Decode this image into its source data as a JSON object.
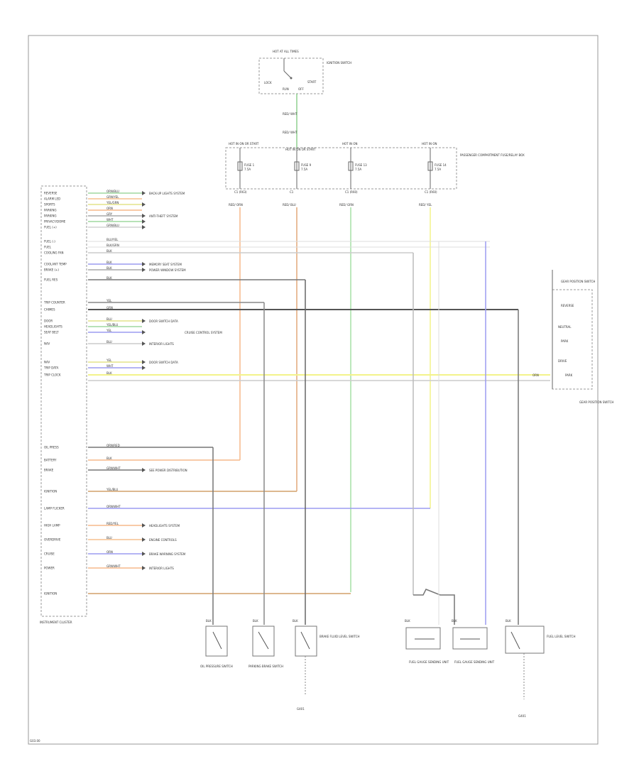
{
  "diagram": {
    "caption_code": "G03.00",
    "hot_at": "HOT AT ALL TIMES",
    "ignition_switch_label": "IGNITION SWITCH",
    "ignition_positions": [
      "LOCK",
      "RUN",
      "START",
      "OFF"
    ],
    "feed_wire": "RED/ WHT",
    "feed_wire2": "RED/ WHT",
    "fuse_box_label": "PASSENGER COMPARTMENT FUSE/RELAY BOX",
    "fuses": [
      {
        "hot": "HOT IN ON OR START",
        "fuse": "FUSE 1",
        "amp": "7.5A",
        "term": "C1 (R63)",
        "wire": "RED/ ORN"
      },
      {
        "hot": "HOT IN ON OR START",
        "fuse": "FUSE 9",
        "amp": "7.5A",
        "term": "C1",
        "wire": "RED/ BLU"
      },
      {
        "hot": "HOT IN ON",
        "fuse": "FUSE 13",
        "amp": "7.5A",
        "term": "C1 (R60)",
        "wire": "RED/ GRN"
      },
      {
        "hot": "HOT IN ON",
        "fuse": "FUSE 14",
        "amp": "7.5A",
        "term": "C1 (R60)",
        "wire": "RED/ YEL"
      }
    ],
    "cluster_label": "INSTRUMENT CLUSTER",
    "cluster_pins": [
      "REVERSE",
      "ALARM LED",
      "SPORTS",
      "PARKING",
      "PARKING",
      "PRIVACY/DOME",
      "FUEL (+)",
      "FUEL (-)",
      "FUEL",
      "COOLING FAN",
      "COOLANT TEMP",
      "BRAKE (+)",
      "FUEL RES",
      "TRIP COUNTER",
      "CHIMES",
      "DOOR",
      "HEADLIGHTS",
      "SEAT BELT",
      "NAV",
      "NAV",
      "TRIP DATA",
      "TRIP CLOCK",
      "OIL PRESS",
      "BATTERY",
      "BRAKE",
      "IGNITION",
      "LAMP FLICKER",
      "HIGH LAMP",
      "OVERDRIVE",
      "CRUISE",
      "POWER",
      "IGNITION"
    ],
    "wire_labels": [
      "ORN/BLU",
      "GRN/YEL",
      "YEL/GRN",
      "ORN",
      "GRY",
      "WHT",
      "GRN/BLU",
      "BLU/YEL",
      "BLK/GRN",
      "BLK",
      "BLK",
      "BLK",
      "BLK",
      "YEL",
      "GRN",
      "BLU",
      "YEL/BLU",
      "YEL",
      "BLU",
      "YEL",
      "WHT",
      "BLK",
      "ORN/RED",
      "BLK",
      "GRN/WHT",
      "YEL/BLU",
      "ORN/WHT",
      "RED/YEL",
      "BLU",
      "ORN",
      "GRN/WHT"
    ],
    "right_notes": [
      "BACK-UP LIGHTS SYSTEM",
      "ANTI-THEFT SYSTEM",
      "MEMORY SEAT SYSTEM",
      "POWER WINDOW SYSTEM",
      "DOOR SWITCH DATA",
      "CRUISE CONTROL SYSTEM",
      "INTERIOR LIGHTS",
      "DOOR SWITCH DATA"
    ],
    "gear_switch_label": "GEAR POSITION SWITCH",
    "gear_positions": [
      "REVERSE",
      "NEUTRAL",
      "PARK",
      "DRIVE"
    ],
    "gear_switch_footer": "PARK",
    "gear_out": "ORN",
    "bottom_notes": [
      "SEE POWER DISTRIBUTION",
      "HEADLIGHTS SYSTEM",
      "ENGINE CONTROLS",
      "BRAKE WARNING SYSTEM",
      "INTERIOR LIGHTS"
    ],
    "sensors": [
      {
        "label": "OIL PRESSURE SWITCH",
        "wire": "BLK"
      },
      {
        "label": "PARKING BRAKE SWITCH",
        "wire": "BLK"
      },
      {
        "label": "BRAKE FLUID LEVEL SWITCH",
        "wire": "BLK"
      },
      {
        "label": "FUEL GAUGE SENDING UNIT",
        "wire": "BLK"
      },
      {
        "label": "FUEL GAUGE SENDING UNIT",
        "wire": "BLK"
      },
      {
        "label": "FUEL LEVEL SWITCH",
        "wire": "BLK"
      }
    ],
    "ground_label": "G401"
  }
}
